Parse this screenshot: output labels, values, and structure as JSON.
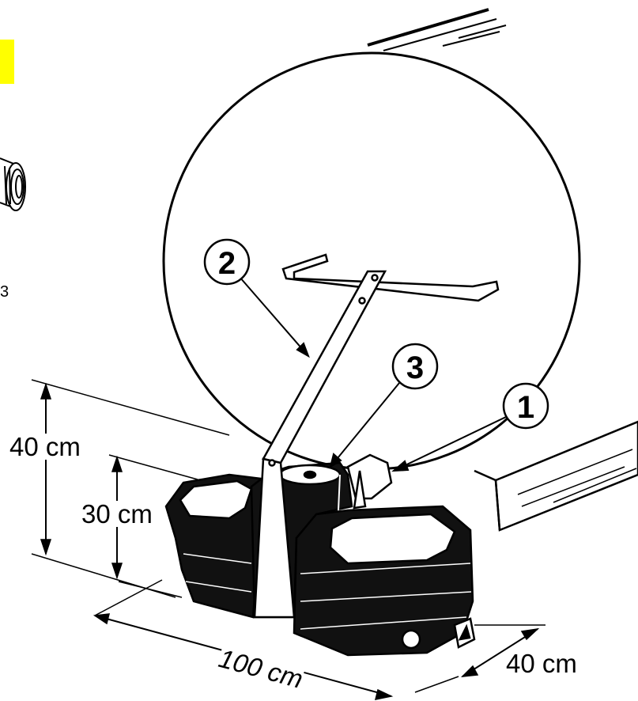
{
  "callouts": {
    "one": "1",
    "two": "2",
    "three": "3"
  },
  "side_label": "3",
  "dimensions": {
    "height_total": "40 cm",
    "height_trough": "30 cm",
    "length": "100 cm",
    "depth": "40 cm"
  },
  "colors": {
    "highlight": "#ffff00",
    "ink": "#000000",
    "fill": "#ffffff"
  }
}
